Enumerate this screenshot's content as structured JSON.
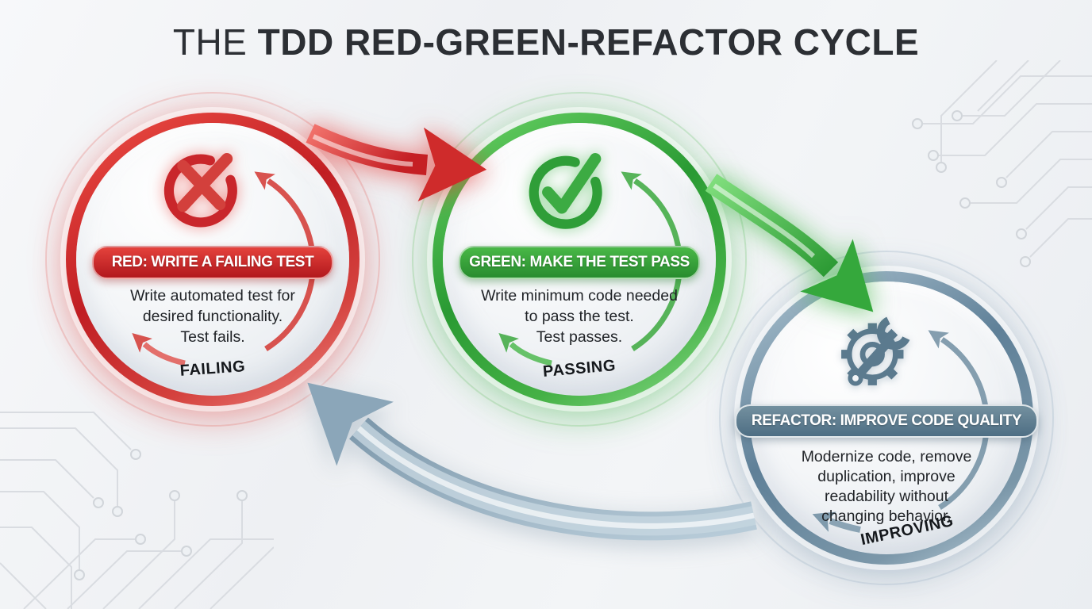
{
  "title": {
    "prefix": "THE",
    "main": "TDD RED-GREEN-REFACTOR CYCLE"
  },
  "stages": [
    {
      "name": "red",
      "banner": "RED: WRITE A FAILING TEST",
      "body": "Write automated test for\ndesired functionality.\nTest fails.",
      "status": "FAILING",
      "icon": "x-circle-icon",
      "accent": "#c9262b"
    },
    {
      "name": "green",
      "banner": "GREEN: MAKE THE TEST PASS",
      "body": "Write minimum code needed\nto pass the test.\nTest passes.",
      "status": "PASSING",
      "icon": "check-circle-icon",
      "accent": "#2f9e38"
    },
    {
      "name": "refactor",
      "banner": "REFACTOR: IMPROVE CODE QUALITY",
      "body": "Modernize code, remove\nduplication, improve\nreadability without\nchanging behavior.",
      "status": "IMPROVING",
      "icon": "gear-wrench-icon",
      "accent": "#5d7f96"
    }
  ],
  "flow_arrows": [
    {
      "from": "red",
      "to": "green",
      "color": "#d63431"
    },
    {
      "from": "green",
      "to": "refactor",
      "color": "#3aae41"
    },
    {
      "from": "refactor",
      "to": "red",
      "color": "#8aa5b8"
    }
  ]
}
